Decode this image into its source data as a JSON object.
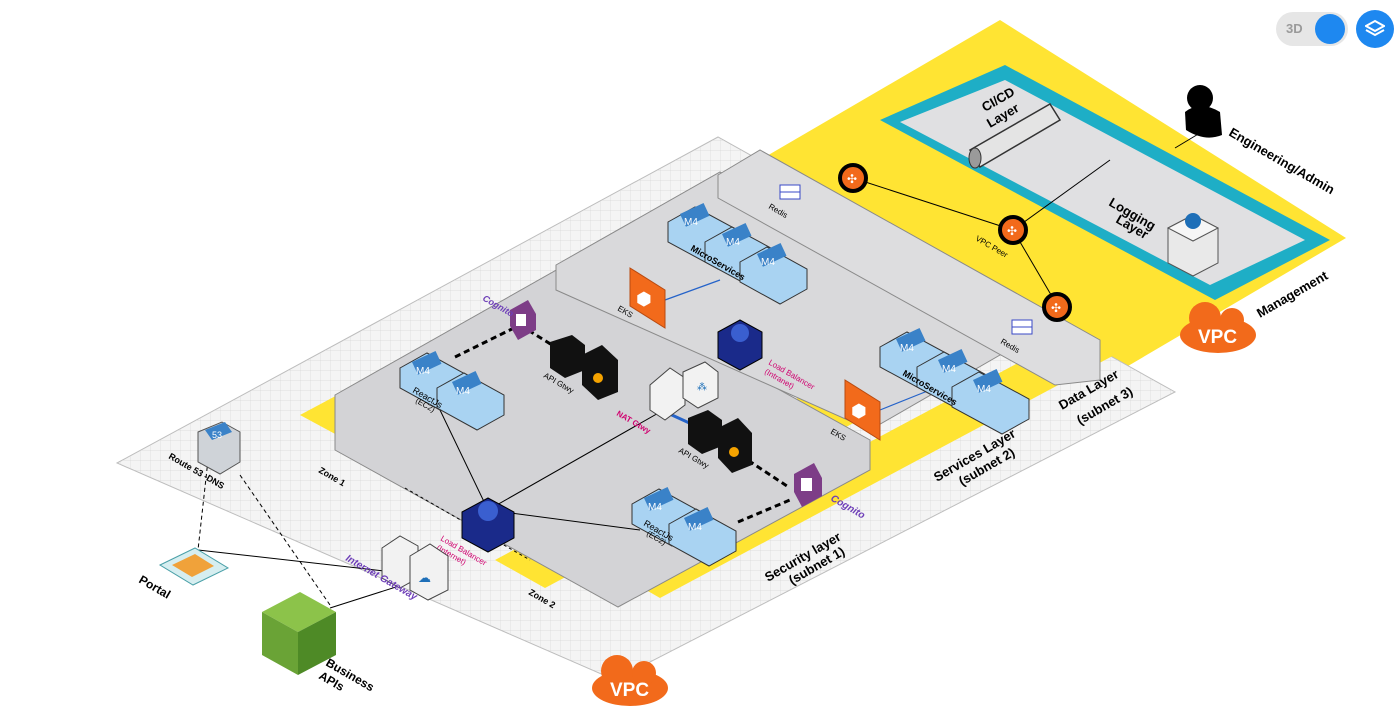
{
  "controls": {
    "toggle_label": "3D"
  },
  "layers": {
    "cicd": "CI/CD",
    "cicd2": "Layer",
    "logging": "Logging",
    "logging2": "Layer",
    "management": "Management",
    "engineering": "Engineering/Admin",
    "data": "Data Layer",
    "data_sub": "(subnet 3)",
    "services": "Services Layer",
    "services_sub": "(subnet 2)",
    "security": "Security layer",
    "security_sub": "(subnet 1)"
  },
  "nodes": {
    "vpc_peer": "VPC Peer",
    "redis": "Redis",
    "microservices": "MicroServices",
    "m4": "M4",
    "eks": "EKS",
    "lb_intranet": "Load Balancer",
    "lb_intranet_sub": "(Intranet)",
    "lb_internet": "Load Balancer",
    "lb_internet_sub": "(Internet)",
    "cognito": "Cognito",
    "api_gtwy": "API Gtwy",
    "nat_gtwy": "NAT Gtwy",
    "reactjs": "ReactJs",
    "reactjs_sub": "(EC2)",
    "route53": "Route 53 -DNS",
    "route53_icon": "53",
    "portal": "Portal",
    "business_apis": "Business",
    "business_apis2": "APIs",
    "internet_gateway": "Internet Gateway",
    "zone1": "Zone 1",
    "zone2": "Zone 2",
    "vpc": "VPC"
  },
  "colors": {
    "yellow": "#ffe433",
    "teal": "#1eaec6",
    "layer_gray": "#d9d9db",
    "m4_blue": "#a9d3f2",
    "orange": "#f26a1b",
    "navy": "#1a2a8a",
    "purple": "#7d3d87",
    "green": "#6aa336",
    "magenta": "#d0006f",
    "violet": "#6e3fb8"
  }
}
